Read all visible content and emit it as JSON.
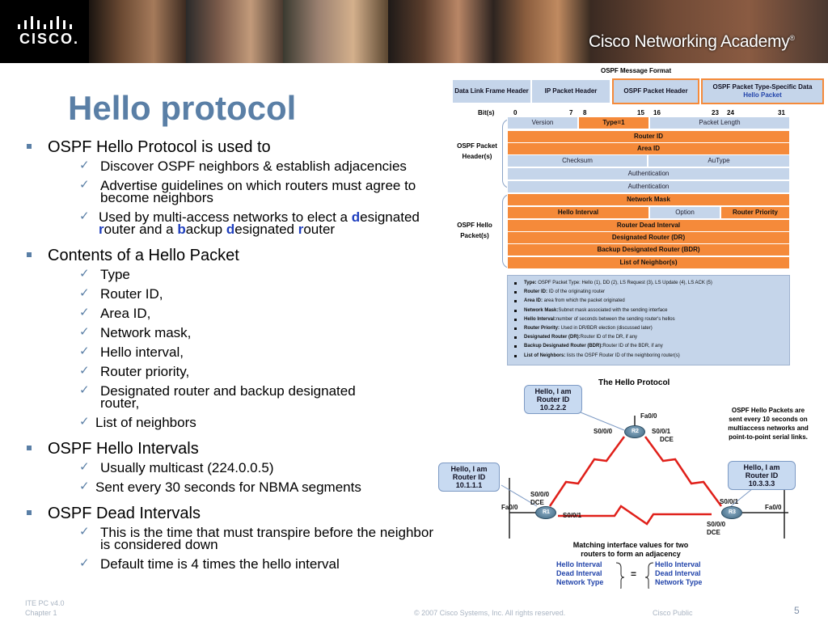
{
  "banner": {
    "logo_text": "CISCO.",
    "academy": "Cisco Networking Academy",
    "academy_mark": "®"
  },
  "slide": {
    "title": "Hello protocol",
    "bullets": [
      {
        "text": "OSPF Hello Protocol is used to",
        "subs": [
          {
            "text": "Discover OSPF neighbors & establish adjacencies"
          },
          {
            "line1": "Advertise guidelines on which routers must agree to",
            "line2": "become  neighbors"
          },
          {
            "l1a": "Used by multi-access networks to elect a ",
            "l1b": "d",
            "l1c": "esignated",
            "l2a": "r",
            "l2b": "outer  and a ",
            "l2c": "b",
            "l2d": "ackup ",
            "l2e": "d",
            "l2f": "esignated ",
            "l2g": "r",
            "l2h": "outer"
          }
        ]
      },
      {
        "text": "Contents of a Hello Packet",
        "subs": [
          "Type",
          "Router ID,",
          "Area ID,",
          "Network mask,",
          "Hello interval,",
          "Router priority,",
          {
            "line1": "Designated router and  backup designated",
            "line2": "router,"
          },
          "List of neighbors"
        ]
      },
      {
        "text": "OSPF Hello Intervals",
        "subs": [
          "Usually multicast (224.0.0.5)",
          "Sent every 30 seconds for NBMA segments"
        ]
      },
      {
        "text": "OSPF Dead Intervals",
        "subs": [
          {
            "line1": "This is the time that must transpire before the neighbor",
            "line2": "is considered down"
          },
          "Default time is 4 times  the hello interval"
        ]
      }
    ]
  },
  "figure1": {
    "title": "OSPF Message Format",
    "top_row": [
      "Data Link Frame Header",
      "IP Packet Header",
      "OSPF Packet Header",
      "OSPF Packet Type-Specific Data",
      "Hello Packet"
    ],
    "bits_label": "Bit(s)",
    "bits": [
      "0",
      "7",
      "8",
      "15",
      "16",
      "23",
      "24",
      "31"
    ],
    "side_labels": [
      "OSPF Packet Header(s)",
      "OSPF Hello Packet(s)"
    ],
    "fields": {
      "version": "Version",
      "type": "Type=1",
      "packet_length": "Packet Length",
      "router_id": "Router ID",
      "area_id": "Area ID",
      "checksum": "Checksum",
      "autype": "AuType",
      "auth1": "Authentication",
      "auth2": "Authentication",
      "network_mask": "Network Mask",
      "hello_interval": "Hello Interval",
      "option": "Option",
      "router_priority": "Router Priority",
      "dead_interval": "Router Dead Interval",
      "dr": "Designated Router (DR)",
      "bdr": "Backup Designated Router (BDR)",
      "neighbors": "List of Neighbor(s)"
    },
    "notes": [
      {
        "term": "Type:",
        "desc": " OSPF Packet Type: Hello (1), DD (2), LS Request (3), LS Update (4), LS ACK (5)"
      },
      {
        "term": "Router ID:",
        "desc": " ID of the originating router"
      },
      {
        "term": "Area ID:",
        "desc": " area from which the packet originated"
      },
      {
        "term": "Network Mask:",
        "desc": "Subnet mask associated with the sending interface"
      },
      {
        "term": "Hello Interval:",
        "desc": "number of seconds between the sending router's hellos"
      },
      {
        "term": "Router Priority:",
        "desc": " Used in DR/BDR election (discussed later)"
      },
      {
        "term": "Designated Router (DR):",
        "desc": "Router ID of the DR, if any"
      },
      {
        "term": "Backup Designated Router (BDR):",
        "desc": "Router ID of the BDR, if any"
      },
      {
        "term": "List of Neighbors:",
        "desc": " lists the OSPF Router ID of the neighboring router(s)"
      }
    ]
  },
  "figure2": {
    "title": "The Hello Protocol",
    "callouts": {
      "r2": {
        "line1": "Hello, I am",
        "line2": "Router ID",
        "line3": "10.2.2.2"
      },
      "r1": {
        "line1": "Hello, I am",
        "line2": "Router ID",
        "line3": "10.1.1.1"
      },
      "r3": {
        "line1": "Hello, I am",
        "line2": "Router ID",
        "line3": "10.3.3.3"
      }
    },
    "note": {
      "line1": "OSPF Hello Packets are",
      "line2": "sent every 10 seconds on",
      "line3": "multiaccess networks and",
      "line4": "point-to-point serial links."
    },
    "routers": [
      "R1",
      "R2",
      "R3"
    ],
    "interfaces": {
      "r2_fa": "Fa0/0",
      "r2_s0": "S0/0/0",
      "r2_s1": "S0/0/1",
      "r2_dce": "DCE",
      "r1_fa": "Fa0/0",
      "r1_s0": "S0/0/0",
      "r1_dce": "DCE",
      "r1_s1": "S0/0/1",
      "r3_s1": "S0/0/1",
      "r3_fa": "Fa0/0",
      "r3_s0": "S0/0/0",
      "r3_dce": "DCE"
    },
    "matching": {
      "line1": "Matching interface values for two",
      "line2": "routers to form an adjacency",
      "left": [
        "Hello Interval",
        "Dead Interval",
        "Network Type"
      ],
      "equals": "=",
      "right": [
        "Hello Interval",
        "Dead Interval",
        "Network Type"
      ]
    }
  },
  "footer": {
    "course": "ITE PC v4.0",
    "chapter": "Chapter 1",
    "copyright": "© 2007 Cisco Systems, Inc. All rights reserved.",
    "classification": "Cisco Public",
    "page": "5"
  },
  "colors": {
    "title": "#5a7fa6",
    "accent_blue": "#c5d5ea",
    "accent_orange": "#f58a3a",
    "highlight_letters": "#1f3fbf"
  }
}
